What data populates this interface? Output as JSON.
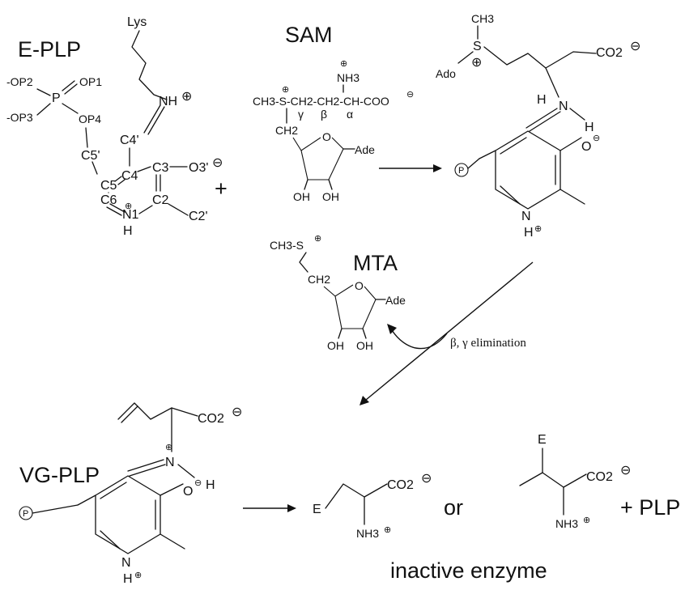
{
  "labels": {
    "e_plp": "E-PLP",
    "sam": "SAM",
    "mta": "MTA",
    "vg_plp": "VG-PLP",
    "inactive_enzyme": "inactive enzyme",
    "elimination": "β, γ elimination",
    "plus_1": "+",
    "or": "or",
    "plus_plp": "+ PLP"
  },
  "atoms": {
    "lys": "Lys",
    "op2": "-OP2",
    "op1": "OP1",
    "op3": "-OP3",
    "p": "P",
    "op4": "OP4",
    "nh": "NH",
    "c4p": "C4'",
    "c5p": "C5'",
    "c4": "C4",
    "c3": "C3",
    "o3p": "O3'",
    "c5": "C5",
    "c6": "C6",
    "c2": "C2",
    "n1": "N1",
    "h": "H",
    "c2p": "C2'",
    "nh3": "NH3",
    "sam_chain": "CH3-S-CH2-CH2-CH-COO",
    "gamma": "γ",
    "beta": "β",
    "alpha": "α",
    "ch2": "CH2",
    "o": "O",
    "ade": "Ade",
    "oh": "OH",
    "ch3": "CH3",
    "s": "S",
    "ado": "Ado",
    "co2": "CO2",
    "n": "N",
    "nplus": "N",
    "o_minus": "O",
    "p_circle": "P",
    "e": "E",
    "ch3s": "CH3-S"
  },
  "charges": {
    "plus": "⊕",
    "minus": "⊖"
  }
}
